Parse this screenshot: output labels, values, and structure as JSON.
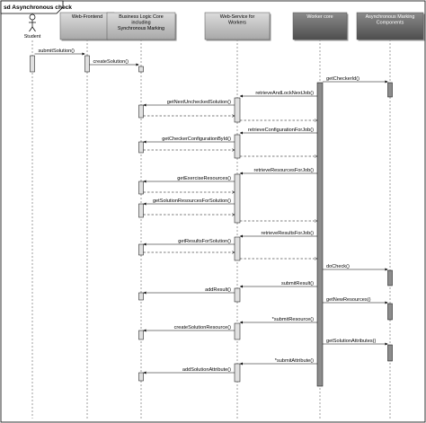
{
  "frame": {
    "label": "sd Asynchronous check"
  },
  "colors": {
    "light_box": "#c0c0c0",
    "dark_box": "#707070",
    "activation": "#e0e0e0",
    "activation_dark": "#8c8c8c",
    "line": "#000000",
    "lifeline": "#606060"
  },
  "participants": [
    {
      "id": "student",
      "kind": "actor",
      "lines": [
        "Student"
      ]
    },
    {
      "id": "webfrontend",
      "kind": "box",
      "lines": [
        "Web-Frontend"
      ]
    },
    {
      "id": "businesslogic",
      "kind": "box",
      "lines": [
        "Business Logic Core",
        "including",
        "Synchronous Marking"
      ]
    },
    {
      "id": "webservice",
      "kind": "box",
      "lines": [
        "Web-Service for",
        "Workers"
      ]
    },
    {
      "id": "worker",
      "kind": "dark",
      "lines": [
        "Worker core"
      ]
    },
    {
      "id": "asyncmarking",
      "kind": "dark",
      "lines": [
        "Asynchronous Marking",
        "Components"
      ]
    }
  ],
  "messages": [
    {
      "label": "submitSolution()",
      "from": "student",
      "to": "webfrontend",
      "type": "call"
    },
    {
      "label": "createSolution()",
      "from": "webfrontend",
      "to": "businesslogic",
      "type": "call"
    },
    {
      "label": "getCheckerId()",
      "from": "worker",
      "to": "asyncmarking",
      "type": "call"
    },
    {
      "label": "retrieveAndLockNextJob()",
      "from": "worker",
      "to": "webservice",
      "type": "call"
    },
    {
      "label": "getNextUncheckedSolution()",
      "from": "webservice",
      "to": "businesslogic",
      "type": "call"
    },
    {
      "label": "",
      "from": "businesslogic",
      "to": "webservice",
      "type": "return"
    },
    {
      "label": "",
      "from": "webservice",
      "to": "worker",
      "type": "return"
    },
    {
      "label": "retrieveConfigurationForJob()",
      "from": "worker",
      "to": "webservice",
      "type": "call"
    },
    {
      "label": "getCheckerConfigurationById()",
      "from": "webservice",
      "to": "businesslogic",
      "type": "call"
    },
    {
      "label": "",
      "from": "businesslogic",
      "to": "webservice",
      "type": "return"
    },
    {
      "label": "",
      "from": "webservice",
      "to": "worker",
      "type": "return"
    },
    {
      "label": "retrieveResourcesForJob()",
      "from": "worker",
      "to": "webservice",
      "type": "call"
    },
    {
      "label": "getExerciseResources()",
      "from": "webservice",
      "to": "businesslogic",
      "type": "call"
    },
    {
      "label": "",
      "from": "businesslogic",
      "to": "webservice",
      "type": "return"
    },
    {
      "label": "getSolutionResourcesForSolution()",
      "from": "webservice",
      "to": "businesslogic",
      "type": "call"
    },
    {
      "label": "",
      "from": "businesslogic",
      "to": "webservice",
      "type": "return"
    },
    {
      "label": "",
      "from": "webservice",
      "to": "worker",
      "type": "return"
    },
    {
      "label": "retrieveResultsForJob()",
      "from": "worker",
      "to": "webservice",
      "type": "call"
    },
    {
      "label": "getResultsForSolution()",
      "from": "webservice",
      "to": "businesslogic",
      "type": "call"
    },
    {
      "label": "",
      "from": "businesslogic",
      "to": "webservice",
      "type": "return"
    },
    {
      "label": "",
      "from": "webservice",
      "to": "worker",
      "type": "return"
    },
    {
      "label": "doCheck()",
      "from": "worker",
      "to": "asyncmarking",
      "type": "call"
    },
    {
      "label": "submitResult()",
      "from": "worker",
      "to": "webservice",
      "type": "call"
    },
    {
      "label": "addResult()",
      "from": "webservice",
      "to": "businesslogic",
      "type": "call"
    },
    {
      "label": "getNewResources()",
      "from": "worker",
      "to": "asyncmarking",
      "type": "call"
    },
    {
      "label": "*submitResource()",
      "from": "worker",
      "to": "webservice",
      "type": "call"
    },
    {
      "label": "createSolutionResource()",
      "from": "webservice",
      "to": "businesslogic",
      "type": "call"
    },
    {
      "label": "getSolutionAttributes()",
      "from": "worker",
      "to": "asyncmarking",
      "type": "call"
    },
    {
      "label": "*submitAttribute()",
      "from": "worker",
      "to": "webservice",
      "type": "call"
    },
    {
      "label": "addSolutionAttribute()",
      "from": "webservice",
      "to": "businesslogic",
      "type": "call"
    }
  ]
}
